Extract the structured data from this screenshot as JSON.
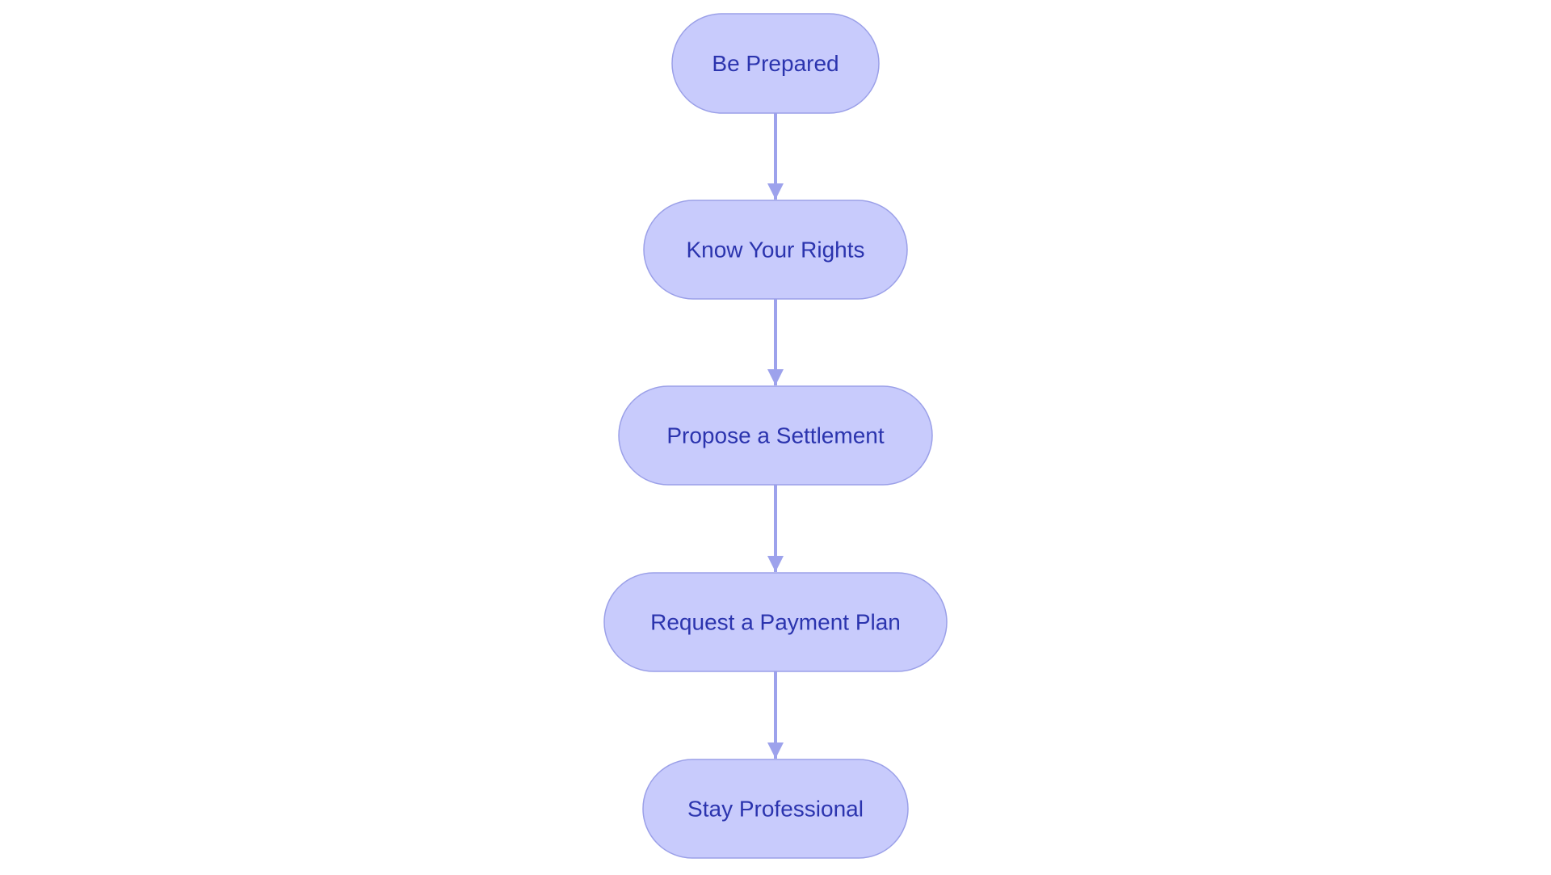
{
  "diagram": {
    "type": "flowchart",
    "direction": "top-to-bottom",
    "colors": {
      "node_fill": "#C8CBFC",
      "node_stroke": "#9BA0E8",
      "node_text": "#2B34AE",
      "edge": "#9DA2EC",
      "background": "#FFFFFF"
    },
    "nodes": [
      {
        "id": "n1",
        "label": "Be Prepared",
        "shape": "stadium"
      },
      {
        "id": "n2",
        "label": "Know Your Rights",
        "shape": "stadium"
      },
      {
        "id": "n3",
        "label": "Propose a Settlement",
        "shape": "stadium"
      },
      {
        "id": "n4",
        "label": "Request a Payment Plan",
        "shape": "stadium"
      },
      {
        "id": "n5",
        "label": "Stay Professional",
        "shape": "stadium"
      }
    ],
    "edges": [
      {
        "from": "n1",
        "to": "n2"
      },
      {
        "from": "n2",
        "to": "n3"
      },
      {
        "from": "n3",
        "to": "n4"
      },
      {
        "from": "n4",
        "to": "n5"
      }
    ]
  }
}
